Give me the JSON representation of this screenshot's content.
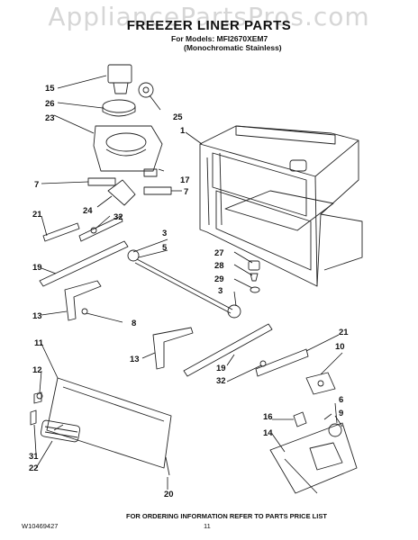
{
  "watermark": "AppliancePartsPros.com",
  "header": {
    "title": "FREEZER LINER PARTS",
    "models_line": "For Models: MFI2670XEM7",
    "finish_line": "(Monochromatic Stainless)"
  },
  "callouts": [
    "15",
    "26",
    "23",
    "1",
    "25",
    "17",
    "7",
    "7",
    "24",
    "32",
    "21",
    "3",
    "5",
    "27",
    "28",
    "29",
    "3",
    "19",
    "13",
    "8",
    "11",
    "21",
    "10",
    "13",
    "19",
    "32",
    "12",
    "6",
    "9",
    "16",
    "14",
    "31",
    "22",
    "20"
  ],
  "footer": {
    "doc_number": "W10469427",
    "ordering_info": "FOR ORDERING INFORMATION REFER TO PARTS PRICE LIST",
    "page_number": "11"
  }
}
